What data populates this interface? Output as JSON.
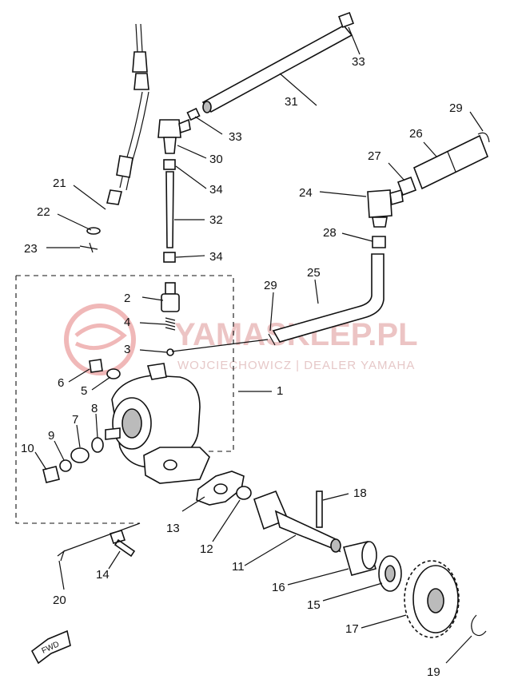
{
  "watermark": {
    "brand": "YAMASKLEP.PL",
    "subtitle": "WOJCIECHOWICZ | DEALER YAMAHA",
    "color": "#e8a0a0"
  },
  "fwd_label": "FWD",
  "callouts": [
    {
      "id": "c1",
      "text": "1"
    },
    {
      "id": "c2",
      "text": "2"
    },
    {
      "id": "c3",
      "text": "3"
    },
    {
      "id": "c4",
      "text": "4"
    },
    {
      "id": "c5",
      "text": "5"
    },
    {
      "id": "c6",
      "text": "6"
    },
    {
      "id": "c7",
      "text": "7"
    },
    {
      "id": "c8",
      "text": "8"
    },
    {
      "id": "c9",
      "text": "9"
    },
    {
      "id": "c10",
      "text": "10"
    },
    {
      "id": "c11",
      "text": "11"
    },
    {
      "id": "c12",
      "text": "12"
    },
    {
      "id": "c13",
      "text": "13"
    },
    {
      "id": "c14",
      "text": "14"
    },
    {
      "id": "c15",
      "text": "15"
    },
    {
      "id": "c16",
      "text": "16"
    },
    {
      "id": "c17",
      "text": "17"
    },
    {
      "id": "c18",
      "text": "18"
    },
    {
      "id": "c19",
      "text": "19"
    },
    {
      "id": "c20",
      "text": "20"
    },
    {
      "id": "c21",
      "text": "21"
    },
    {
      "id": "c22",
      "text": "22"
    },
    {
      "id": "c23",
      "text": "23"
    },
    {
      "id": "c24",
      "text": "24"
    },
    {
      "id": "c25",
      "text": "25"
    },
    {
      "id": "c26",
      "text": "26"
    },
    {
      "id": "c27",
      "text": "27"
    },
    {
      "id": "c28",
      "text": "28"
    },
    {
      "id": "c29a",
      "text": "29"
    },
    {
      "id": "c29b",
      "text": "29"
    },
    {
      "id": "c30",
      "text": "30"
    },
    {
      "id": "c31",
      "text": "31"
    },
    {
      "id": "c32",
      "text": "32"
    },
    {
      "id": "c33a",
      "text": "33"
    },
    {
      "id": "c33b",
      "text": "33"
    },
    {
      "id": "c34a",
      "text": "34"
    },
    {
      "id": "c34b",
      "text": "34"
    }
  ]
}
